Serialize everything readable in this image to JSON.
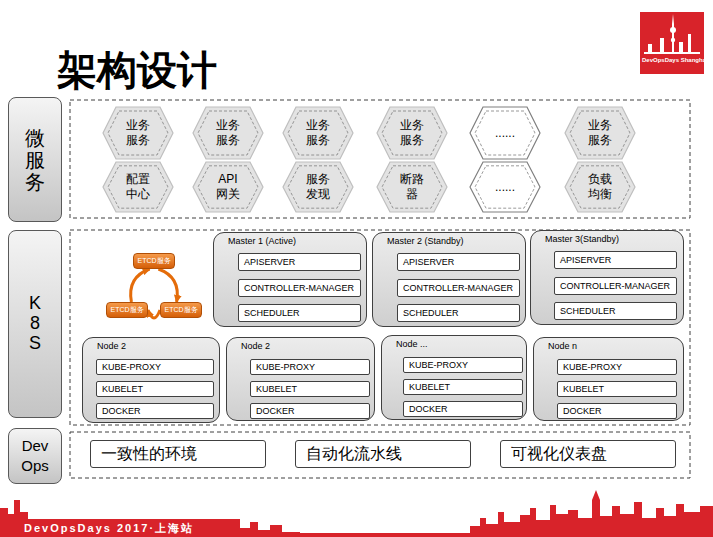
{
  "diagram": {
    "title": "架构设计",
    "nodes": [
      {
        "text": [
          "微服务"
        ]
      },
      {
        "text": [
          "业务 服务"
        ]
      },
      {
        "text": [
          "业务 服务"
        ]
      },
      {
        "text": [
          "业务 服务"
        ]
      },
      {
        "text": [
          "业务 服务"
        ]
      },
      {
        "text": [
          "......"
        ]
      },
      {
        "text": [
          "业务 服务"
        ]
      },
      {
        "text": [
          "配置 中心"
        ]
      },
      {
        "text": [
          "API 网关"
        ]
      },
      {
        "text": [
          "服务 发现"
        ]
      },
      {
        "text": [
          "断路 器"
        ]
      },
      {
        "text": [
          "......"
        ]
      },
      {
        "text": [
          "负载 均衡"
        ]
      },
      {
        "text": [
          "K8S"
        ]
      },
      {
        "text": [
          "ETCD服务"
        ]
      },
      {
        "text": [
          "ETCD服务"
        ]
      },
      {
        "text": [
          "ETCD服务"
        ]
      },
      {
        "text": [
          "Master 1 (Active)"
        ]
      },
      {
        "text": [
          "APISERVER"
        ],
        "in": 17
      },
      {
        "text": [
          "CONTROLLER-MANAGER"
        ],
        "in": 17
      },
      {
        "text": [
          "SCHEDULER"
        ],
        "in": 17
      },
      {
        "text": [
          "Master 2 (Standby)"
        ]
      },
      {
        "text": [
          "APISERVER"
        ],
        "in": 21
      },
      {
        "text": [
          "CONTROLLER-MANAGER"
        ],
        "in": 21
      },
      {
        "text": [
          "SCHEDULER"
        ],
        "in": 21
      },
      {
        "text": [
          "Master 3(Standby)"
        ]
      },
      {
        "text": [
          "APISERVER"
        ],
        "in": 25
      },
      {
        "text": [
          "CONTROLLER-MANAGER"
        ],
        "in": 25
      },
      {
        "text": [
          "SCHEDULER"
        ],
        "in": 25
      },
      {
        "text": [
          "Node 2"
        ]
      },
      {
        "text": [
          "KUBE-PROXY"
        ],
        "in": 29
      },
      {
        "text": [
          "KUBELET"
        ],
        "in": 29
      },
      {
        "text": [
          "DOCKER"
        ],
        "in": 29
      },
      {
        "text": [
          "Node 2"
        ]
      },
      {
        "text": [
          "KUBE-PROXY"
        ],
        "in": 33
      },
      {
        "text": [
          "KUBELET"
        ],
        "in": 33
      },
      {
        "text": [
          "DOCKER"
        ],
        "in": 33
      },
      {
        "text": [
          "Node ..."
        ]
      },
      {
        "text": [
          "KUBE-PROXY"
        ],
        "in": 37
      },
      {
        "text": [
          "KUBELET"
        ],
        "in": 37
      },
      {
        "text": [
          "DOCKER"
        ],
        "in": 37
      },
      {
        "text": [
          "Node n"
        ]
      },
      {
        "text": [
          "KUBE-PROXY"
        ],
        "in": 41
      },
      {
        "text": [
          "KUBELET"
        ],
        "in": 41
      },
      {
        "text": [
          "DOCKER"
        ],
        "in": 41
      },
      {
        "text": [
          "Dev Ops"
        ]
      },
      {
        "text": [
          "一致性的环境"
        ]
      },
      {
        "text": [
          "自动化流水线"
        ]
      },
      {
        "text": [
          "可视化仪表盘"
        ]
      }
    ],
    "edges": [
      {
        "from": 14,
        "to": 16,
        "arrow": "to"
      },
      {
        "from": 16,
        "to": 15,
        "arrow": "to"
      },
      {
        "from": 15,
        "to": 14,
        "arrow": "to"
      }
    ],
    "labels": [
      "DevOpsDays Shanghai",
      "DevOpsDays 2017·上海站"
    ]
  }
}
